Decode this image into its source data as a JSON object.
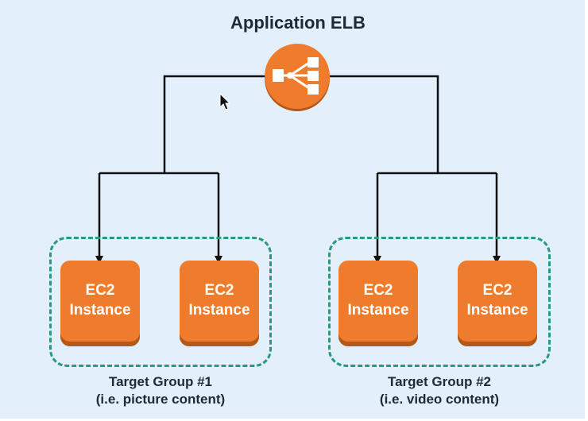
{
  "title": "Application ELB",
  "load_balancer": {
    "icon": "load-balancer-icon",
    "color": "#ee7c2c"
  },
  "target_groups": [
    {
      "name": "Target Group #1",
      "subtitle": "(i.e. picture content)",
      "instances": [
        {
          "line1": "EC2",
          "line2": "Instance"
        },
        {
          "line1": "EC2",
          "line2": "Instance"
        }
      ]
    },
    {
      "name": "Target Group #2",
      "subtitle": "(i.e. video content)",
      "instances": [
        {
          "line1": "EC2",
          "line2": "Instance"
        },
        {
          "line1": "EC2",
          "line2": "Instance"
        }
      ]
    }
  ],
  "colors": {
    "background": "#e3f0fb",
    "instance": "#ee7c2c",
    "group_border": "#2a9a7c",
    "connector": "#111111"
  }
}
